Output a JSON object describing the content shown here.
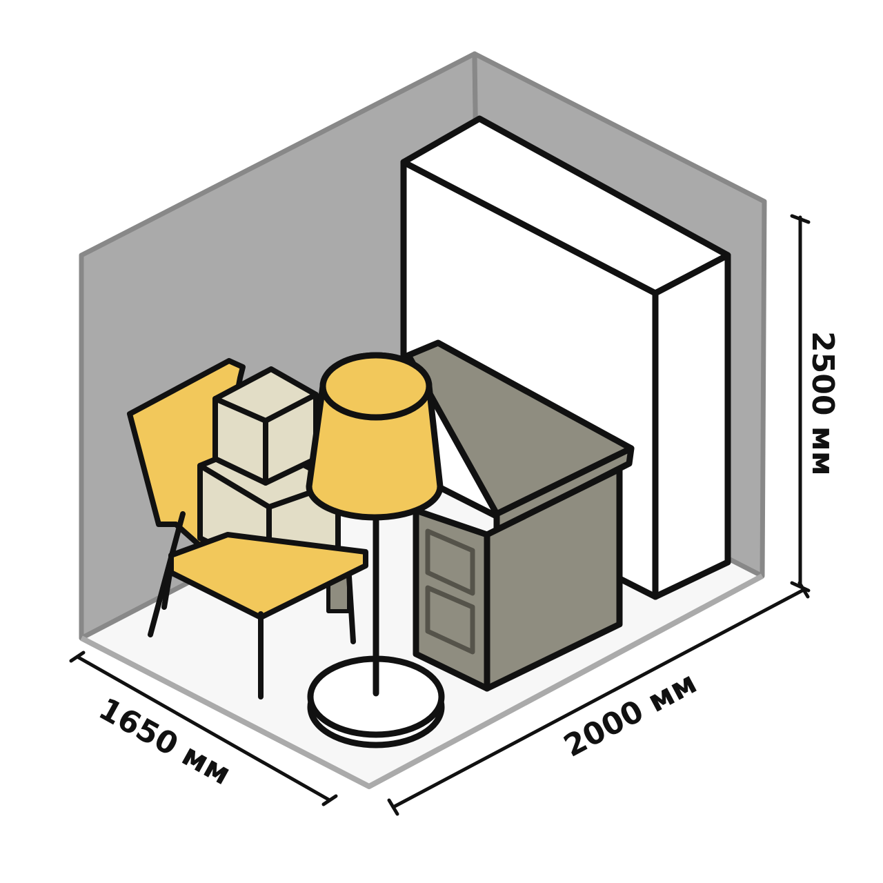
{
  "dimensions": {
    "depth": "1650 мм",
    "width": "2000 мм",
    "height": "2500 мм"
  },
  "colors": {
    "wall": "#aaaaaa",
    "floor": "#f7f7f7",
    "outline": "#111111",
    "wardrobe": "#ffffff",
    "desk": "#8f8d80",
    "chair": "#f2c85b",
    "lamp_shade": "#f2c85b",
    "boxes": "#e2ddc6"
  },
  "objects": {
    "wardrobe": "wardrobe",
    "desk": "desk",
    "chair": "chair",
    "boxes": "boxes",
    "floor_lamp": "floor-lamp"
  }
}
